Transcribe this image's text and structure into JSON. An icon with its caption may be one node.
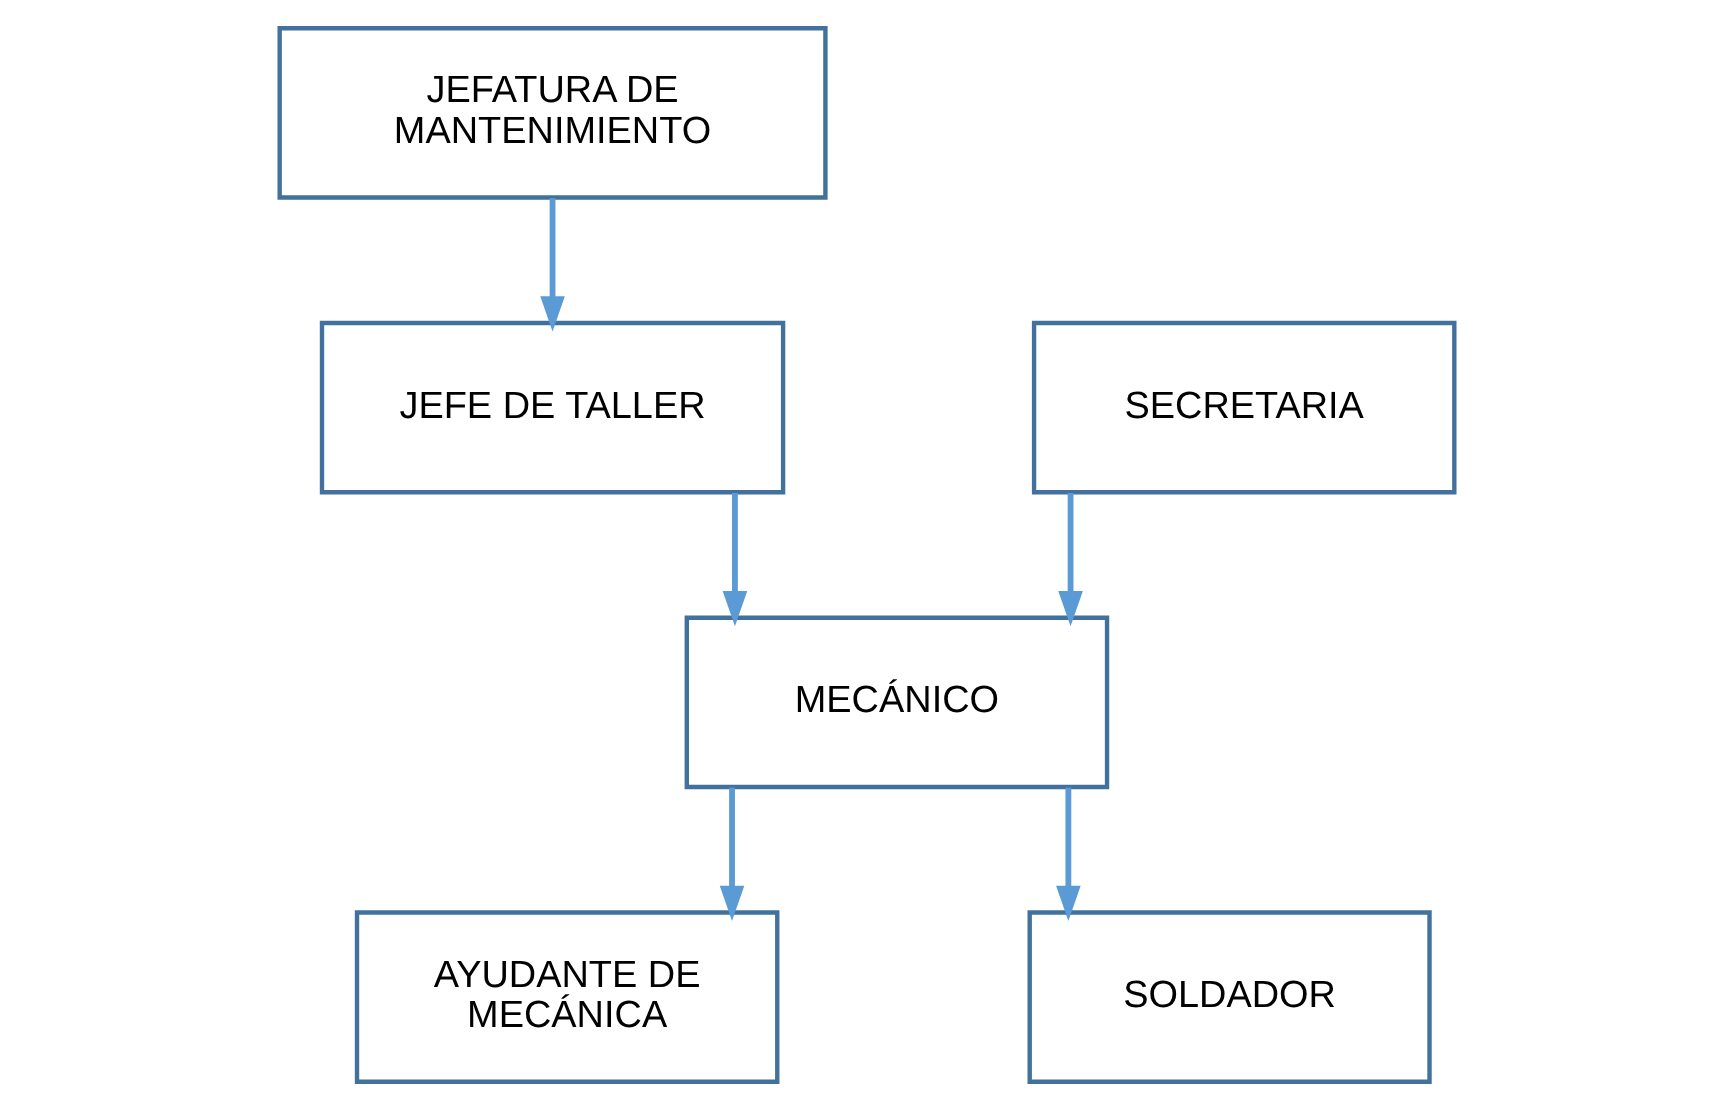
{
  "diagram": {
    "nodes": [
      {
        "text": [
          "JEFATURA DE MANTENIMIENTO"
        ]
      },
      {
        "text": [
          "JEFE DE TALLER"
        ]
      },
      {
        "text": [
          "SECRETARIA"
        ]
      },
      {
        "text": [
          "MECÁNICO"
        ]
      },
      {
        "text": [
          "AYUDANTE DE MECÁNICA"
        ]
      },
      {
        "text": [
          "SOLDADOR"
        ]
      }
    ],
    "edges": [
      {
        "from": 0,
        "to": 1,
        "arrow": "to"
      },
      {
        "from": 1,
        "to": 3,
        "arrow": "to"
      },
      {
        "from": 2,
        "to": 3,
        "arrow": "to"
      },
      {
        "from": 3,
        "to": 4,
        "arrow": "to"
      },
      {
        "from": 3,
        "to": 5,
        "arrow": "to"
      }
    ]
  }
}
